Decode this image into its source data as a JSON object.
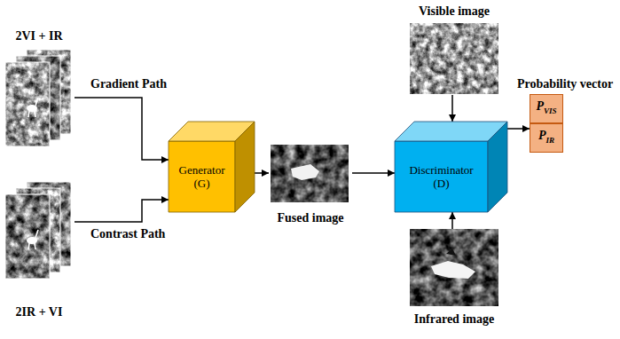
{
  "diagram": {
    "nodes": [
      {
        "text": [
          "2VI + IR"
        ]
      },
      {
        "text": [
          "2IR + VI"
        ]
      },
      {
        "text": [
          "Generator (G)"
        ]
      },
      {
        "text": [
          "Fused image"
        ]
      },
      {
        "text": [
          "Visible image"
        ]
      },
      {
        "text": [
          "Discriminator (D)"
        ]
      },
      {
        "text": [
          "Infrared image"
        ]
      },
      {
        "text": [
          "Probability vector"
        ]
      },
      {
        "text": [
          "PVIS"
        ],
        "in": 7
      },
      {
        "text": [
          "PIR"
        ],
        "in": 7
      }
    ],
    "edges": [
      {
        "from": 0,
        "to": 2,
        "arrow": "to",
        "label": "Gradient Path"
      },
      {
        "from": 1,
        "to": 2,
        "arrow": "to",
        "label": "Contrast Path"
      },
      {
        "from": 2,
        "to": 3,
        "arrow": "to"
      },
      {
        "from": 3,
        "to": 5,
        "arrow": "to"
      },
      {
        "from": 4,
        "to": 5,
        "arrow": "to"
      },
      {
        "from": 6,
        "to": 5,
        "arrow": "to"
      },
      {
        "from": 5,
        "to": 7,
        "arrow": "to"
      }
    ]
  }
}
